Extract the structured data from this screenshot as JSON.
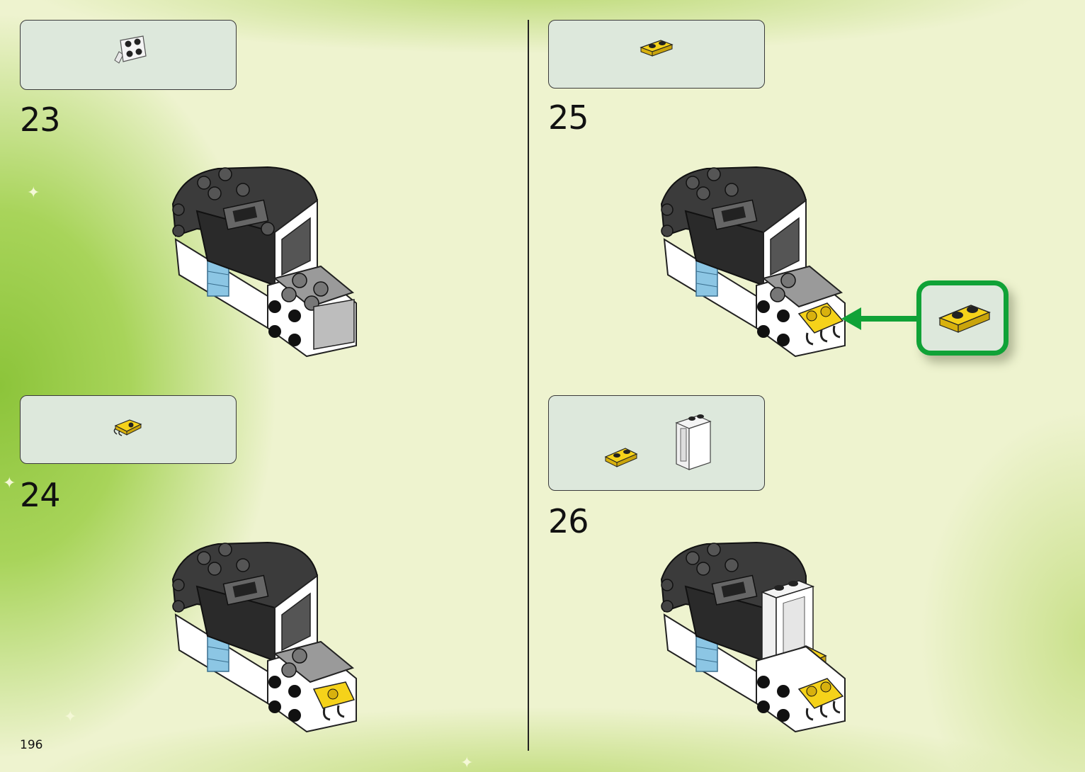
{
  "steps": [
    {
      "number": "23",
      "parts": [
        "angle-plate-2x2-white"
      ]
    },
    {
      "number": "24",
      "parts": [
        "plate-1x1-clip-yellow"
      ]
    },
    {
      "number": "25",
      "parts": [
        "plate-1x2-yellow"
      ]
    },
    {
      "number": "26",
      "parts": [
        "plate-1x2-yellow",
        "door-frame-1x2x3-white"
      ]
    }
  ],
  "page_number": "196",
  "colors": {
    "callout_border": "#10a237",
    "parts_box_fill": "#dde8dc",
    "yellow_brick": "#f5d21a"
  }
}
